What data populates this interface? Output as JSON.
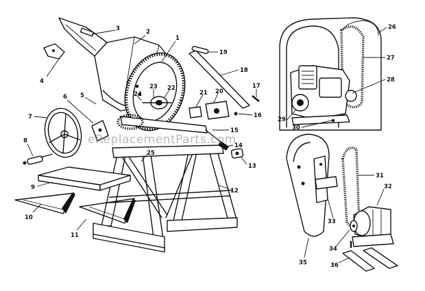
{
  "watermark": "eReplacementParts.com",
  "callouts": [
    {
      "id": "c1",
      "label": "1"
    },
    {
      "id": "c2",
      "label": "2"
    },
    {
      "id": "c3",
      "label": "3"
    },
    {
      "id": "c4",
      "label": "4"
    },
    {
      "id": "c5",
      "label": "5"
    },
    {
      "id": "c6",
      "label": "6"
    },
    {
      "id": "c7",
      "label": "7"
    },
    {
      "id": "c8",
      "label": "8"
    },
    {
      "id": "c9",
      "label": "9"
    },
    {
      "id": "c10",
      "label": "10"
    },
    {
      "id": "c11",
      "label": "11"
    },
    {
      "id": "c12",
      "label": "12"
    },
    {
      "id": "c13",
      "label": "13"
    },
    {
      "id": "c14",
      "label": "14"
    },
    {
      "id": "c15",
      "label": "15"
    },
    {
      "id": "c16",
      "label": "16"
    },
    {
      "id": "c17",
      "label": "17"
    },
    {
      "id": "c18",
      "label": "18"
    },
    {
      "id": "c19",
      "label": "19"
    },
    {
      "id": "c20",
      "label": "20"
    },
    {
      "id": "c21",
      "label": "21"
    },
    {
      "id": "c22",
      "label": "22"
    },
    {
      "id": "c23",
      "label": "23"
    },
    {
      "id": "c24",
      "label": "24"
    },
    {
      "id": "c25",
      "label": "25"
    },
    {
      "id": "c26",
      "label": "26"
    },
    {
      "id": "c27",
      "label": "27"
    },
    {
      "id": "c28",
      "label": "28"
    },
    {
      "id": "c29",
      "label": "29"
    },
    {
      "id": "c30",
      "label": "30"
    },
    {
      "id": "c31",
      "label": "31"
    },
    {
      "id": "c32",
      "label": "32"
    },
    {
      "id": "c33",
      "label": "33"
    },
    {
      "id": "c34",
      "label": "34"
    },
    {
      "id": "c35",
      "label": "35"
    },
    {
      "id": "c36",
      "label": "36"
    }
  ]
}
